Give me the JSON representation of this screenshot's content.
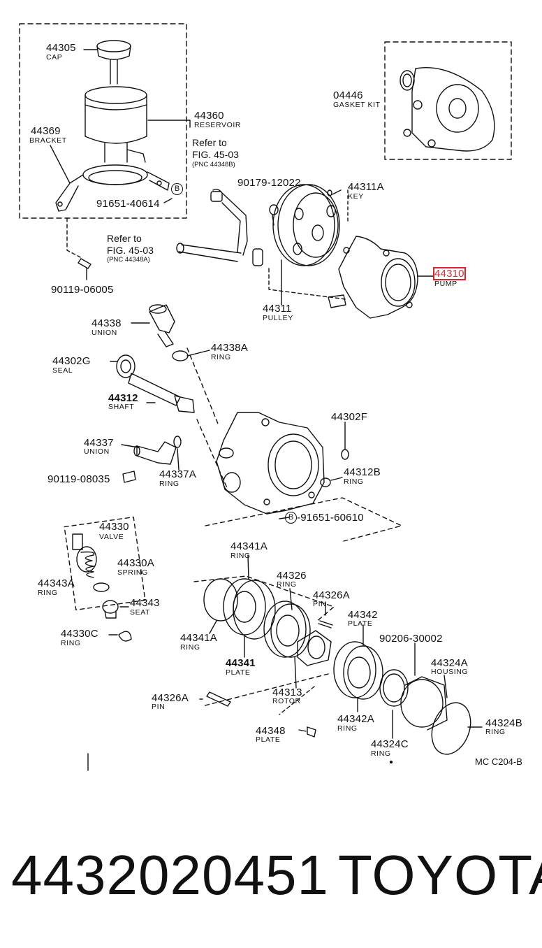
{
  "labels": {
    "p44305": {
      "num": "44305",
      "sub": "CAP"
    },
    "p44360": {
      "num": "44360",
      "sub": "RESERVOIR"
    },
    "p44369": {
      "num": "44369",
      "sub": "BRACKET"
    },
    "p91651_40614": {
      "num": "91651-40614",
      "circle": "B"
    },
    "ref1": {
      "line1": "Refer to",
      "line2": "FIG. 45-03",
      "line3": "(PNC 44348B)"
    },
    "ref2": {
      "line1": "Refer to",
      "line2": "FIG. 45-03",
      "line3": "(PNC 44348A)"
    },
    "p90119_06005": {
      "num": "90119-06005"
    },
    "p04446": {
      "num": "04446",
      "sub": "GASKET KIT"
    },
    "p90179_12022": {
      "num": "90179-12022"
    },
    "p44311A": {
      "num": "44311A",
      "sub": "KEY"
    },
    "p44310": {
      "num": "44310",
      "sub": "PUMP"
    },
    "p44311": {
      "num": "44311",
      "sub": "PULLEY"
    },
    "p44338": {
      "num": "44338",
      "sub": "UNION"
    },
    "p44338A": {
      "num": "44338A",
      "sub": "RING"
    },
    "p44302G": {
      "num": "44302G",
      "sub": "SEAL"
    },
    "p44312": {
      "num": "44312",
      "sub": "SHAFT"
    },
    "p44302F": {
      "num": "44302F"
    },
    "p44337": {
      "num": "44337",
      "sub": "UNION"
    },
    "p44337A": {
      "num": "44337A",
      "sub": "RING"
    },
    "p90119_08035": {
      "num": "90119-08035"
    },
    "p44312B": {
      "num": "44312B",
      "sub": "RING"
    },
    "p91651_60610": {
      "num": "-91651-60610",
      "circle": "B"
    },
    "p44330": {
      "num": "44330",
      "sub": "VALVE"
    },
    "p44330A": {
      "num": "44330A",
      "sub": "SPRING"
    },
    "p44343A": {
      "num": "44343A",
      "sub": "RING"
    },
    "p44343": {
      "num": "44343",
      "sub": "SEAT"
    },
    "p44330C": {
      "num": "44330C",
      "sub": "RING"
    },
    "p44341A_top": {
      "num": "44341A",
      "sub": "RING"
    },
    "p44326": {
      "num": "44326",
      "sub": "RING"
    },
    "p44326A_top": {
      "num": "44326A",
      "sub": "PIN"
    },
    "p44342": {
      "num": "44342",
      "sub": "PLATE"
    },
    "p90206_30002": {
      "num": "90206-30002"
    },
    "p44324A": {
      "num": "44324A",
      "sub": "HOUSING"
    },
    "p44341A_bot": {
      "num": "44341A",
      "sub": "RING"
    },
    "p44341": {
      "num": "44341",
      "sub": "PLATE"
    },
    "p44313": {
      "num": "44313",
      "sub": "ROTOR"
    },
    "p44326A_bot": {
      "num": "44326A",
      "sub": "PIN"
    },
    "p44342A": {
      "num": "44342A",
      "sub": "RING"
    },
    "p44324C": {
      "num": "44324C",
      "sub": "RING"
    },
    "p44324B": {
      "num": "44324B",
      "sub": "RING"
    },
    "p44348": {
      "num": "44348",
      "sub": "PLATE"
    }
  },
  "figure_code": "MC C204-B",
  "footer": {
    "part_number": "4432020451",
    "brand": "TOYOTA"
  },
  "highlight_color": "#d9242a"
}
